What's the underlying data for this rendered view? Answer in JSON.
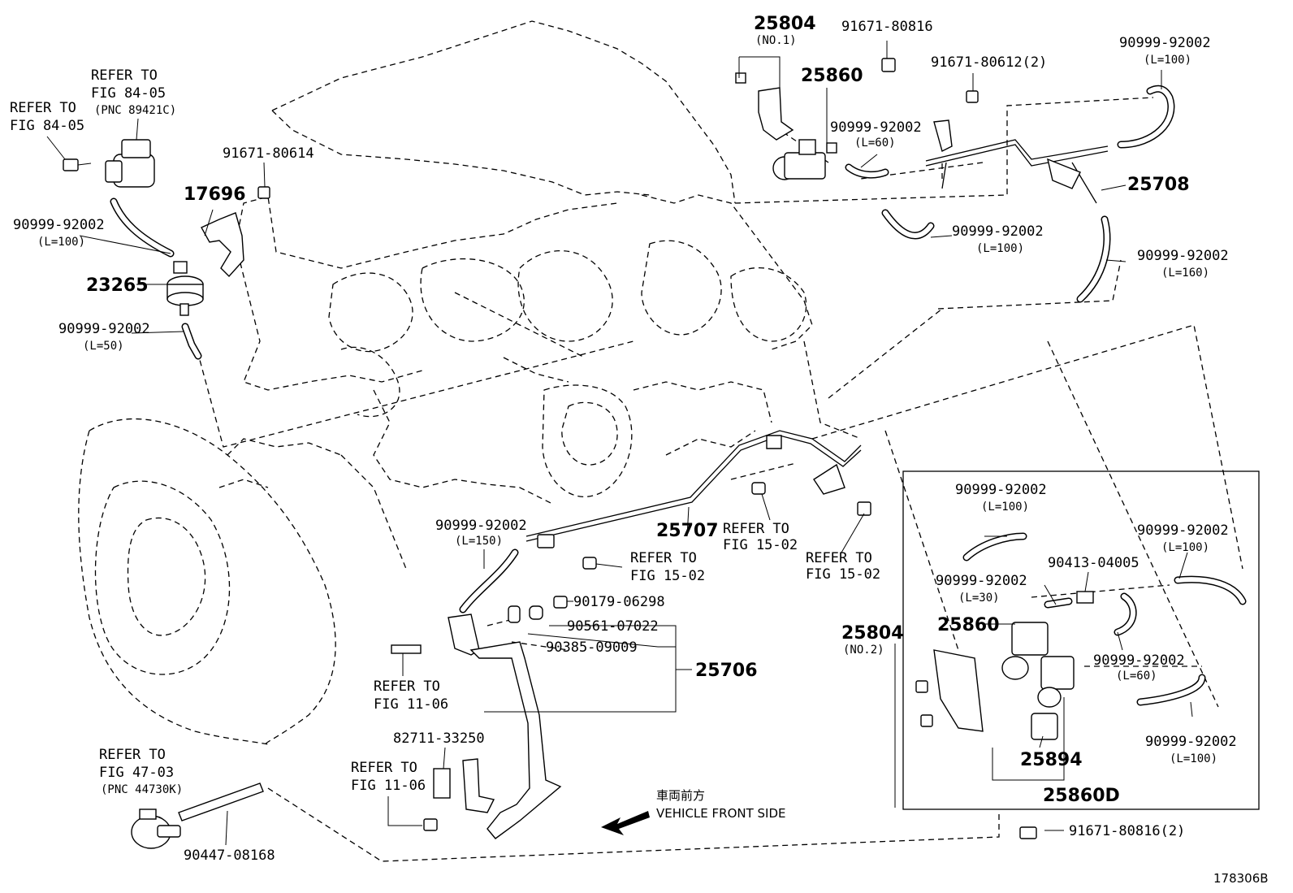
{
  "refs": {
    "r_84_05_a": [
      "REFER TO",
      "FIG 84-05"
    ],
    "r_84_05_b": [
      "REFER TO",
      "FIG 84-05",
      "(PNC 89421C)"
    ],
    "r_15_02_a": [
      "REFER TO",
      "FIG 15-02"
    ],
    "r_15_02_b": [
      "REFER TO",
      "FIG 15-02"
    ],
    "r_15_02_c": [
      "REFER TO",
      "FIG 15-02"
    ],
    "r_11_06_a": [
      "REFER TO",
      "FIG 11-06"
    ],
    "r_11_06_b": [
      "REFER TO",
      "FIG 11-06"
    ],
    "r_47_03": [
      "REFER TO",
      "FIG 47-03",
      "(PNC 44730K)"
    ]
  },
  "parts": {
    "p_91671_80614": "91671-80614",
    "p_17696": "17696",
    "p_hose_l100_left": [
      "90999-92002",
      "(L=100)"
    ],
    "p_23265": "23265",
    "p_hose_l50": [
      "90999-92002",
      "(L=50)"
    ],
    "p_25804_no1": [
      "25804",
      "(NO.1)"
    ],
    "p_91671_80816_top": "91671-80816",
    "p_25860_top": "25860",
    "p_91671_80612": "91671-80612(2)",
    "p_hose_l100_topright": [
      "90999-92002",
      "(L=100)"
    ],
    "p_hose_l60_top": [
      "90999-92002",
      "(L=60)"
    ],
    "p_25708": "25708",
    "p_hose_l100_mid": [
      "90999-92002",
      "(L=100)"
    ],
    "p_hose_l160": [
      "90999-92002",
      "(L=160)"
    ],
    "p_25707": "25707",
    "p_hose_l150": [
      "90999-92002",
      "(L=150)"
    ],
    "p_90179_06298": "90179-06298",
    "p_90561_07022": "90561-07022",
    "p_90385_09009": "90385-09009",
    "p_25706": "25706",
    "p_82711_33250": "82711-33250",
    "p_90447_08168": "90447-08168",
    "box_hose_l100_a": [
      "90999-92002",
      "(L=100)"
    ],
    "box_hose_l100_b": [
      "90999-92002",
      "(L=100)"
    ],
    "box_90413_04005": "90413-04005",
    "box_hose_l30": [
      "90999-92002",
      "(L=30)"
    ],
    "box_25860": "25860",
    "box_25804_no2": [
      "25804",
      "(NO.2)"
    ],
    "box_hose_l60": [
      "90999-92002",
      "(L=60)"
    ],
    "box_hose_l100_c": [
      "90999-92002",
      "(L=100)"
    ],
    "box_25894": "25894",
    "box_25860d": "25860D",
    "p_91671_80816_bottom": "91671-80816(2)"
  },
  "direction": {
    "jp": "車両前方",
    "en": "VEHICLE FRONT SIDE"
  },
  "figure_id": "178306B"
}
